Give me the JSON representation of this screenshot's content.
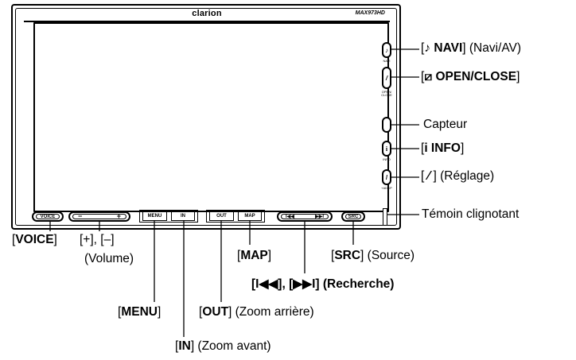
{
  "device": {
    "brand": "clarion",
    "model": "MAX973HD"
  },
  "bottom_buttons": {
    "voice": "VOICE",
    "vol_minus": "−",
    "vol_plus": "+",
    "menu": "MENU",
    "in": "IN",
    "out": "OUT",
    "map": "MAP",
    "prev": "I◀◀",
    "next": "▶▶I",
    "src": "SRC"
  },
  "side_buttons": {
    "navi_caption": "NAVI",
    "open_caption": "OPEN/ CLOSE",
    "info_caption": "INFO",
    "setup_caption": "+ADJ/P"
  },
  "labels": {
    "navi_pre": "[",
    "navi_key": "♪ NAVI",
    "navi_post": "] (Navi/AV)",
    "open_pre": "[",
    "open_key": "⧄ OPEN/CLOSE",
    "open_post": "]",
    "capteur": "Capteur",
    "info_pre": "[",
    "info_key": "i  INFO",
    "info_post": "]",
    "setup_pre": "[ ",
    "setup_key": "⁄",
    "setup_post": " ] (Réglage)",
    "temoin": "Témoin clignotant",
    "voice_pre": "[",
    "voice_key": "VOICE",
    "voice_post": "]",
    "volume_line1": "[+], [–]",
    "volume_line2": "(Volume)",
    "menu_pre": "[",
    "menu_key": "MENU",
    "menu_post": "]",
    "in_pre": "[",
    "in_key": "IN",
    "in_post": "] (Zoom avant)",
    "out_pre": "[",
    "out_key": "OUT",
    "out_post": "] (Zoom arrière)",
    "map_pre": "[",
    "map_key": "MAP",
    "map_post": "]",
    "src_pre": "[",
    "src_key": "SRC",
    "src_post": "] (Source)",
    "search_text": "[I◀◀], [▶▶I] (Recherche)"
  }
}
